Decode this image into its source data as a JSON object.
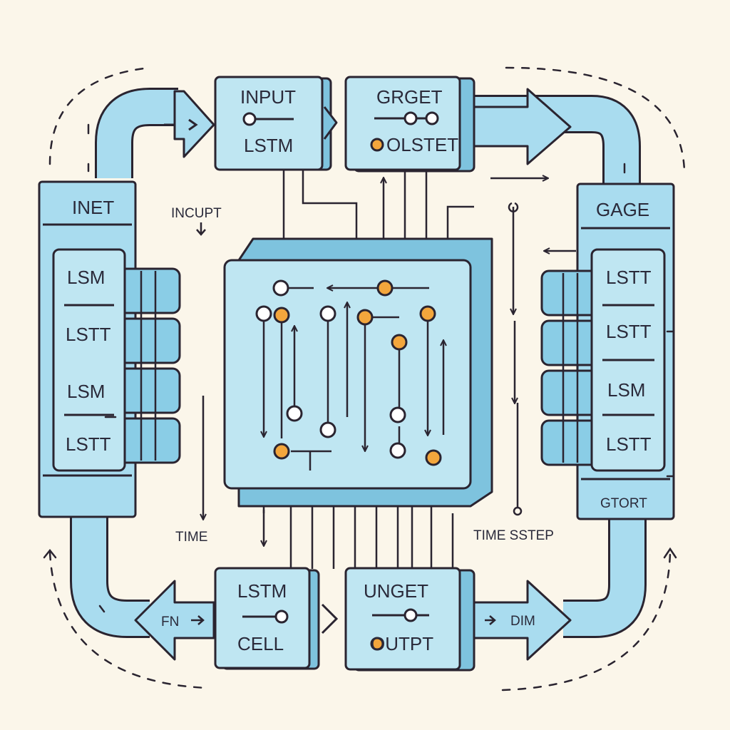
{
  "colors": {
    "background": "#fbf6ea",
    "box_fill": "#bfe6f2",
    "box_shadow": "#7ec3de",
    "pipe_fill": "#a9dcef",
    "stroke": "#2a2430",
    "node_white": "#ffffff",
    "node_orange": "#f3a63c"
  },
  "top_boxes": {
    "input_lstm": {
      "title": "INPUT",
      "subtitle": "LSTM"
    },
    "grget_olstet": {
      "title": "GRGET",
      "subtitle": "OLSTET"
    }
  },
  "bottom_boxes": {
    "lstm_cell": {
      "title": "LSTM",
      "subtitle": "CELL"
    },
    "unget_outpt": {
      "title": "UNGET",
      "subtitle": "OUTPT"
    }
  },
  "left_stack": {
    "header": "INET",
    "items": [
      "LSM",
      "LSTT",
      "LSM",
      "LSTT"
    ]
  },
  "right_stack": {
    "header": "GAGE",
    "items": [
      "LSTT",
      "LSTT",
      "LSM",
      "LSTT"
    ],
    "footer": "GTORT"
  },
  "annotations": {
    "incupt": "INCUPT",
    "time": "TIME",
    "time_sstep": "TIME SSTEP",
    "fn": "FN",
    "dim": "DIM"
  },
  "icons": [
    "arrow-right-icon",
    "arrow-left-icon",
    "arrow-down-icon",
    "arrow-up-icon",
    "slider-icon",
    "node-icon"
  ]
}
